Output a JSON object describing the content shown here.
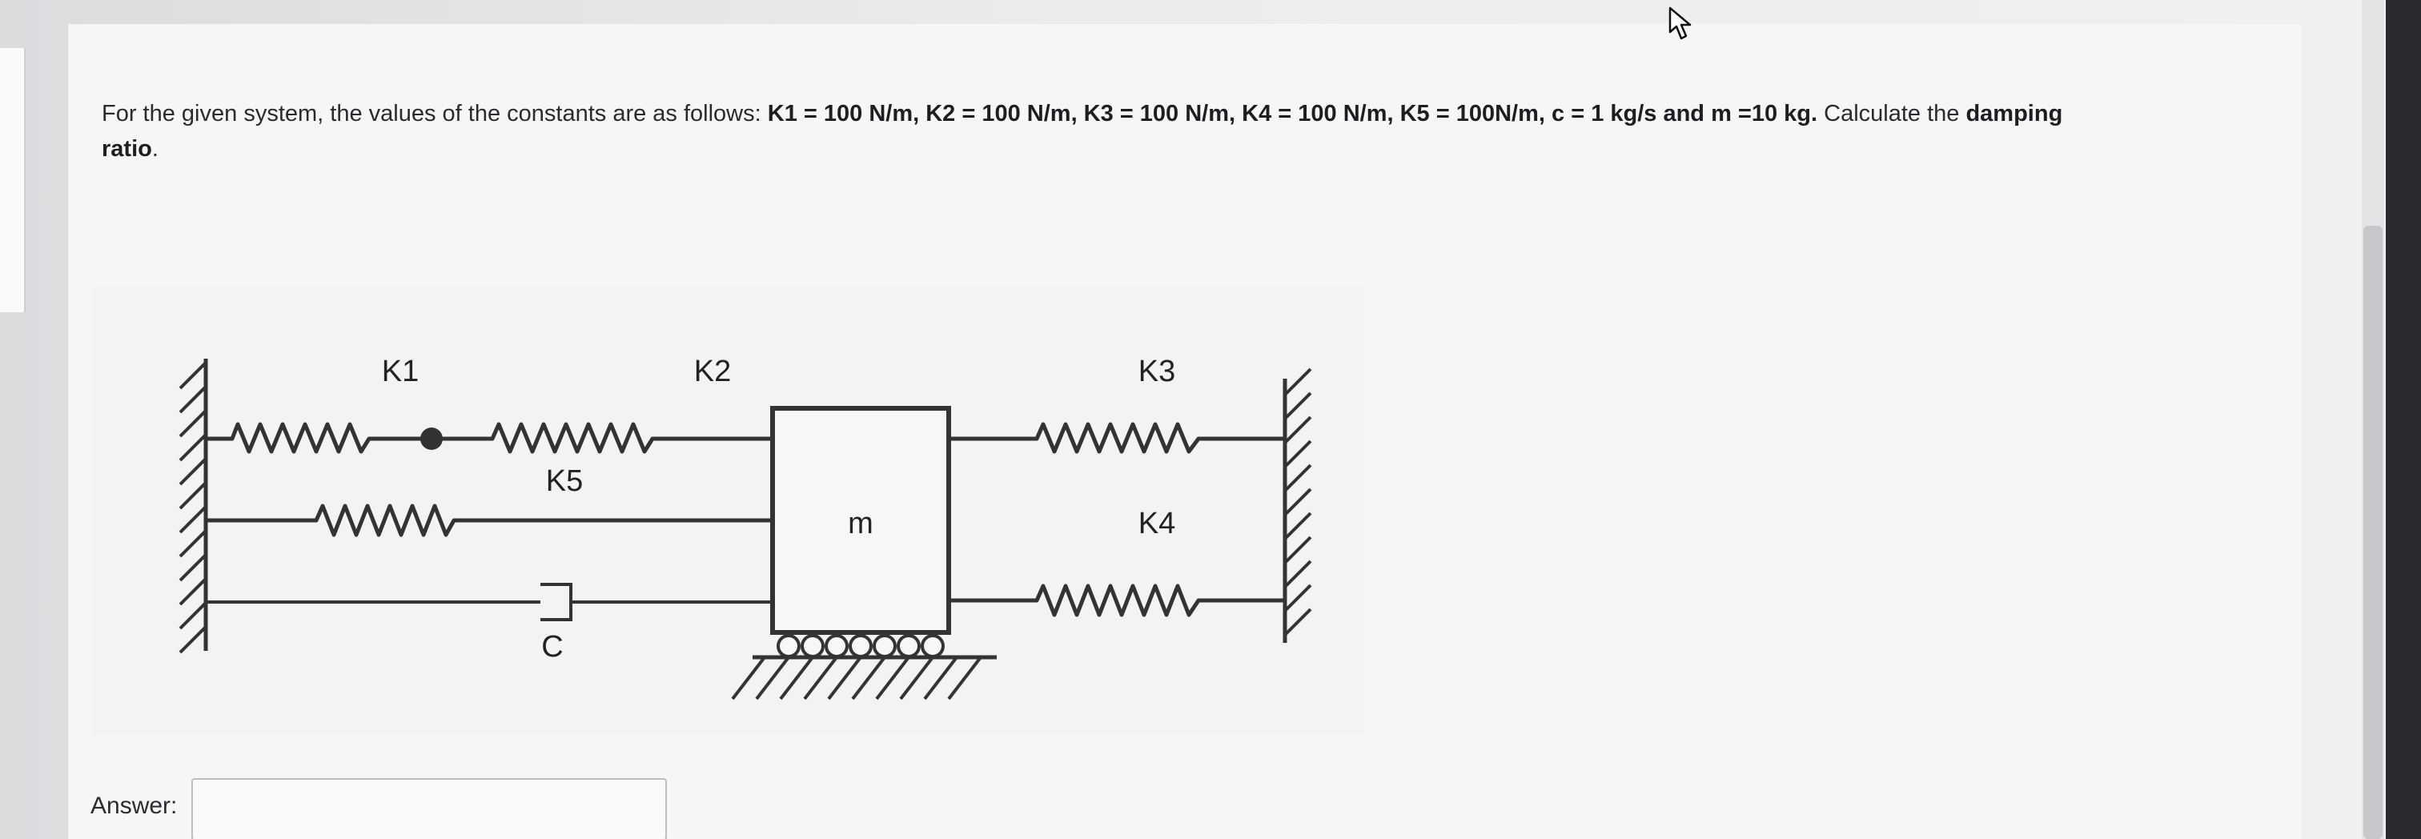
{
  "question": {
    "t1": "For the given system, the values of the constants are as follows: ",
    "k1": "K1 = 100 N/m, K2 = 100 N/m, K3 = 100 N/m, K4 = 100 N/m, K5 = 100N/m, c = 1 kg/s and m =10 kg.",
    "t2": " Calculate the ",
    "damping": "damping",
    "ratio": "ratio",
    "end": "."
  },
  "diagram": {
    "labels": {
      "k1": "K1",
      "k2": "K2",
      "k3": "K3",
      "k4": "K4",
      "k5": "K5",
      "c": "C",
      "m": "m"
    }
  },
  "answer": {
    "label": "Answer:",
    "value": "",
    "placeholder": ""
  },
  "icons": {
    "cursor": "mouse-pointer-icon"
  }
}
